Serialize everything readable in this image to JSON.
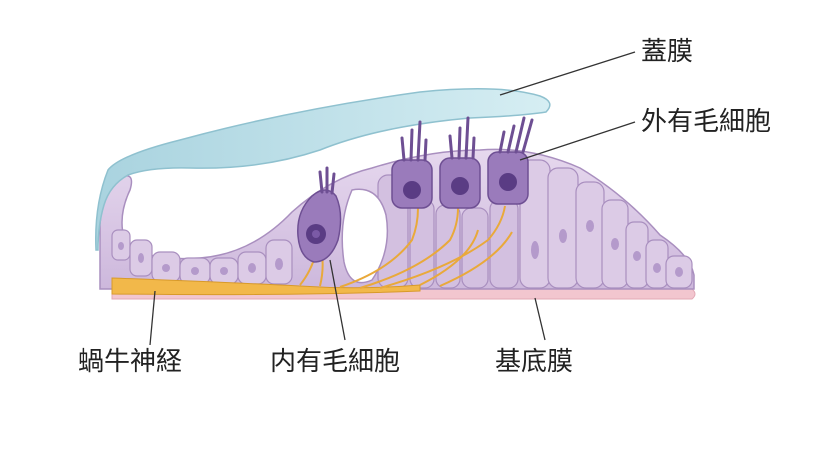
{
  "labels": {
    "tectorial_membrane": "蓋膜",
    "outer_hair_cells": "外有毛細胞",
    "cochlear_nerve": "蝸牛神経",
    "inner_hair_cell": "内有毛細胞",
    "basilar_membrane": "基底膜"
  },
  "colors": {
    "tectorial_fill": "#bfe0e8",
    "tectorial_stroke": "#8fc1cf",
    "cell_fill": "#dccbe6",
    "cell_stroke": "#a98fbf",
    "hair_cell_fill": "#9a7bbb",
    "nucleus": "#5a3c84",
    "nerve": "#f2b84a",
    "basilar": "#f2c6cf"
  }
}
